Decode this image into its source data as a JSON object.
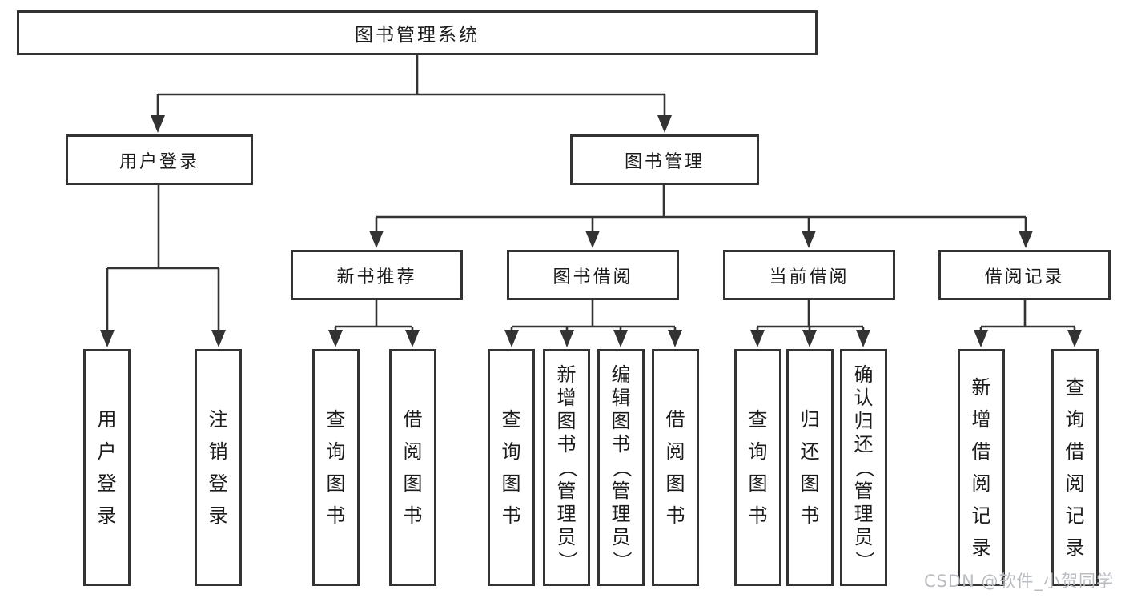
{
  "tree": {
    "root": {
      "label": "图书管理系统",
      "children": [
        {
          "label": "用户登录",
          "children": [
            {
              "label": "用户登录"
            },
            {
              "label": "注销登录"
            }
          ]
        },
        {
          "label": "图书管理",
          "children": [
            {
              "label": "新书推荐",
              "children": [
                {
                  "label": "查询图书"
                },
                {
                  "label": "借阅图书"
                }
              ]
            },
            {
              "label": "图书借阅",
              "children": [
                {
                  "label": "查询图书"
                },
                {
                  "label": "新增图书（管理员）"
                },
                {
                  "label": "编辑图书（管理员）"
                },
                {
                  "label": "借阅图书"
                }
              ]
            },
            {
              "label": "当前借阅",
              "children": [
                {
                  "label": "查询图书"
                },
                {
                  "label": "归还图书"
                },
                {
                  "label": "确认归还（管理员）"
                }
              ]
            },
            {
              "label": "借阅记录",
              "children": [
                {
                  "label": "新增借阅记录"
                },
                {
                  "label": "查询借阅记录"
                }
              ]
            }
          ]
        }
      ]
    }
  },
  "watermark": {
    "text": "CSDN @软件_小贺同学"
  },
  "colors": {
    "line": "#333333",
    "border": "#333333",
    "text": "#1c1c1c",
    "watermark": "#b9bdc2",
    "background": "#ffffff"
  }
}
